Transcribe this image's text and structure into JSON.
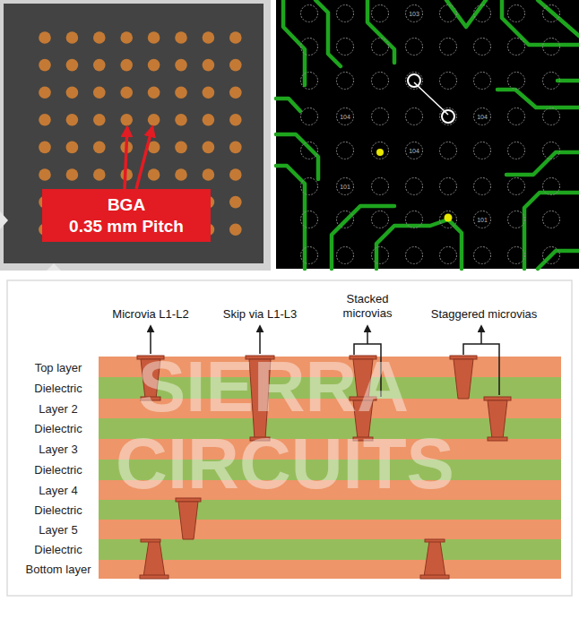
{
  "diagram": {
    "nodes": [
      {
        "text": [
          "BGA",
          "0.35 mm Pitch"
        ]
      }
    ],
    "labels": [
      "103",
      "104",
      "104",
      "104",
      "101",
      "101",
      "Microvia L1-L2",
      "Skip via L1-L3",
      "Stacked microvias",
      "Staggered microvias",
      "Top layer",
      "Dielectric",
      "Layer 2",
      "Dielectric",
      "Layer 3",
      "Dielectric",
      "Layer 4",
      "Dielectric",
      "Layer 5",
      "Dielectric",
      "Bottom layer",
      "SIERRA",
      "CIRCUITS"
    ]
  }
}
